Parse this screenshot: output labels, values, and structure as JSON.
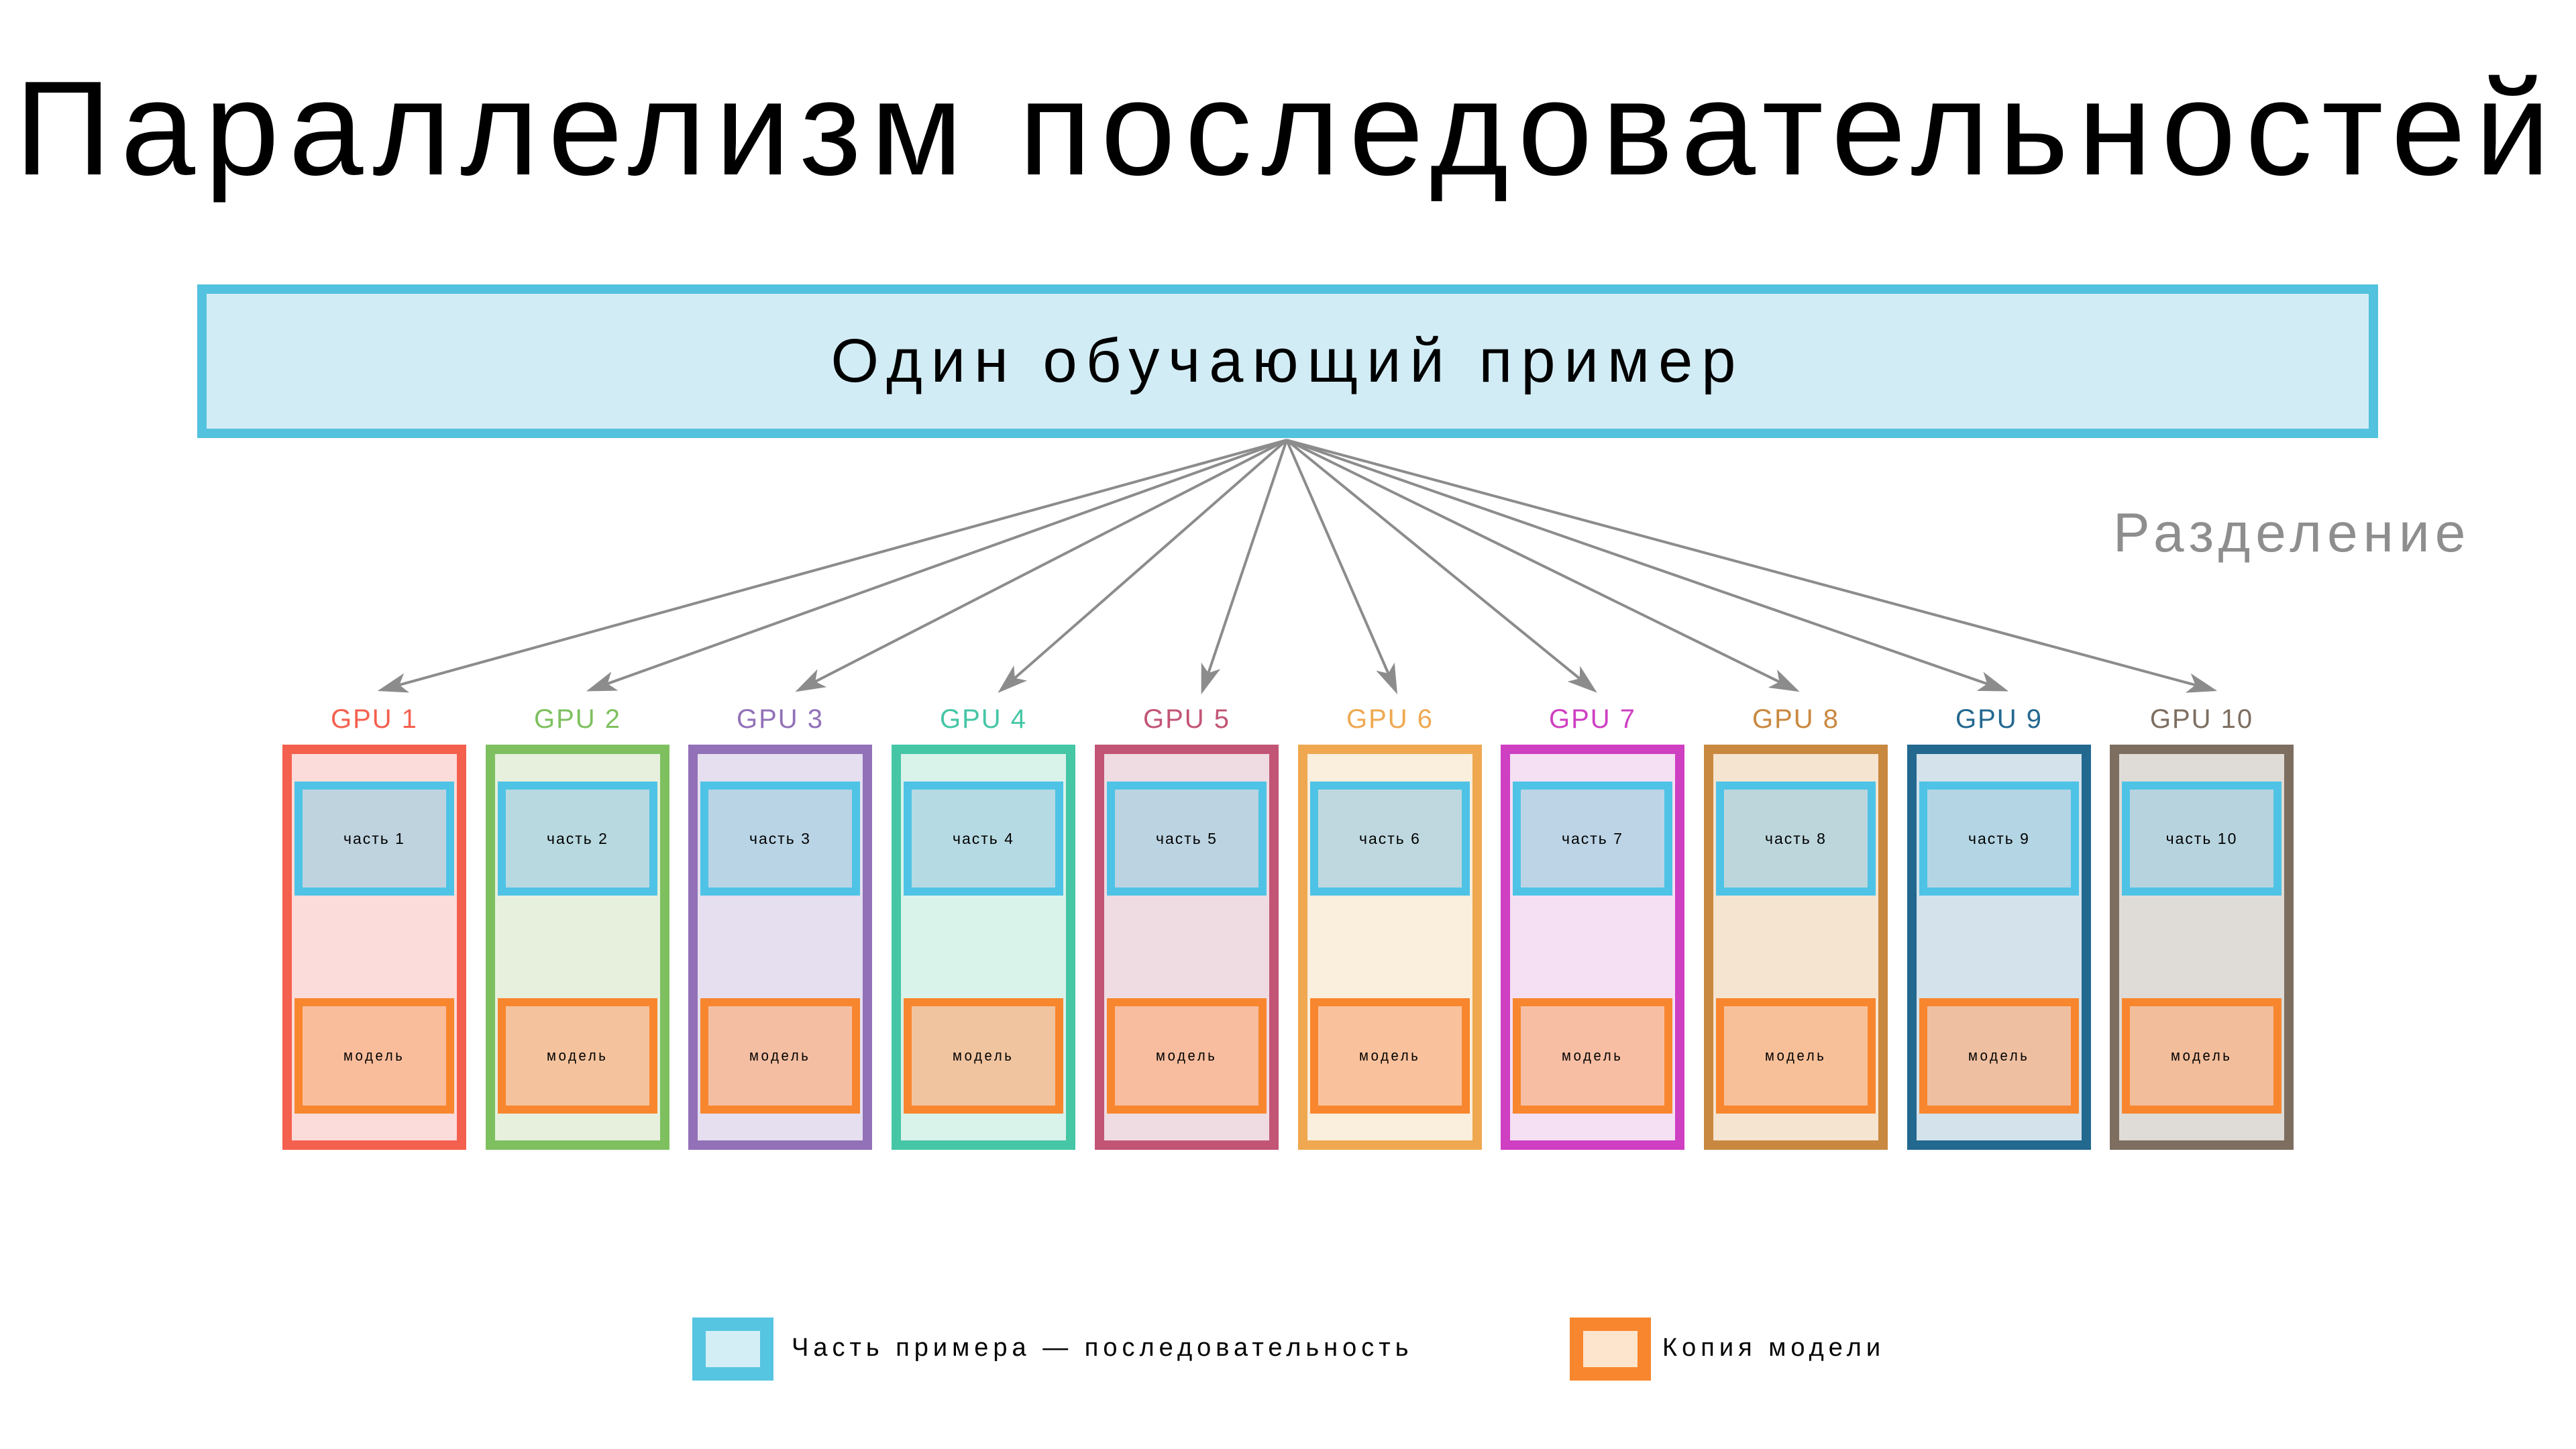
{
  "title": "Параллелизм последовательностей",
  "source_box": {
    "label": "Один обучающий пример"
  },
  "split_label": "Разделение",
  "colors": {
    "source_border": "#52C2DE",
    "source_fill": "#D2ECF5",
    "arrow": "#8C8C8C",
    "part_border": "#4EC3E6",
    "part_fill": "rgba(167,208,224,0.72)",
    "model_border": "#F8862E",
    "model_fill": "rgba(250,178,132,0.72)",
    "legend_seq_border": "#56C5E1",
    "legend_seq_fill": "#D4EEF6",
    "legend_model_border": "#F8862E",
    "legend_model_fill": "#FDE4CC",
    "split_label_color": "#8E8E8E"
  },
  "gpus": [
    {
      "name": "GPU 1",
      "part": "часть 1",
      "model": "модель",
      "border": "#F4604E",
      "fill": "#FBDCDA"
    },
    {
      "name": "GPU 2",
      "part": "часть 2",
      "model": "модель",
      "border": "#7EC05F",
      "fill": "#E7F0DD"
    },
    {
      "name": "GPU 3",
      "part": "часть 3",
      "model": "модель",
      "border": "#9271B8",
      "fill": "#E5DFF0"
    },
    {
      "name": "GPU 4",
      "part": "часть 4",
      "model": "модель",
      "border": "#45C6A5",
      "fill": "#D9F2EA"
    },
    {
      "name": "GPU 5",
      "part": "часть 5",
      "model": "модель",
      "border": "#C25576",
      "fill": "#EFDCE3"
    },
    {
      "name": "GPU 6",
      "part": "часть 6",
      "model": "модель",
      "border": "#EFA850",
      "fill": "#FAEEDC"
    },
    {
      "name": "GPU 7",
      "part": "часть 7",
      "model": "модель",
      "border": "#CE3FC2",
      "fill": "#F5DFF3"
    },
    {
      "name": "GPU 8",
      "part": "часть 8",
      "model": "модель",
      "border": "#C9883F",
      "fill": "#F5E4D0"
    },
    {
      "name": "GPU 9",
      "part": "часть 9",
      "model": "модель",
      "border": "#23688F",
      "fill": "#D3E2EB"
    },
    {
      "name": "GPU 10",
      "part": "часть 10",
      "model": "модель",
      "border": "#7D6E60",
      "fill": "#DFDCD7"
    }
  ],
  "legend": {
    "items": [
      {
        "label": "Часть примера — последовательность"
      },
      {
        "label": "Копия модели"
      }
    ]
  }
}
